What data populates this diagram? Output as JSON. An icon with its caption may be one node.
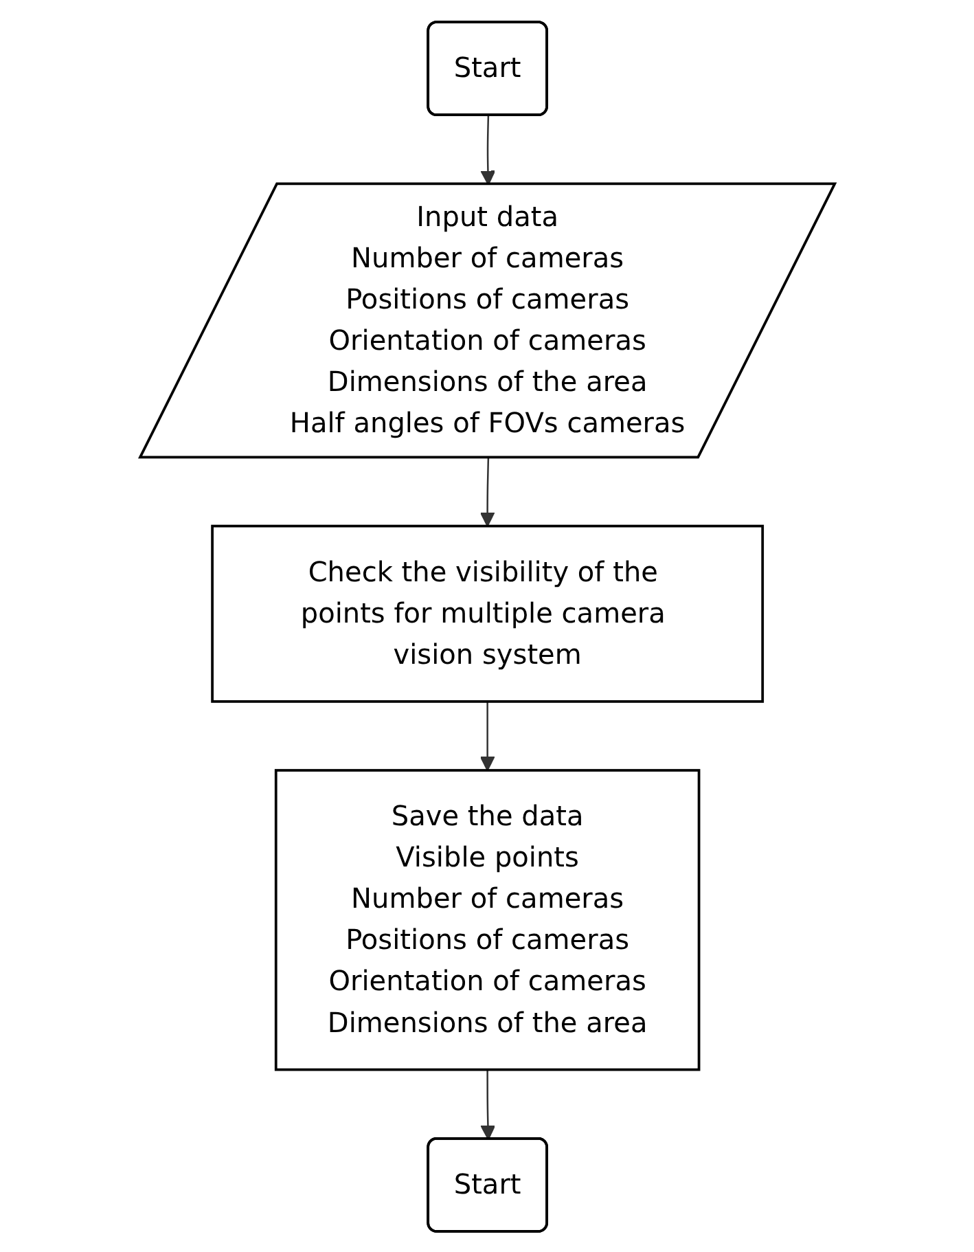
{
  "diagram": {
    "nodes": [
      {
        "text": [
          "Start"
        ]
      },
      {
        "text": [
          "Input data",
          "Number of cameras",
          "Positions of cameras",
          "Orientation of cameras",
          "Dimensions of the area",
          "Half angles of FOVs cameras"
        ]
      },
      {
        "text": [
          "Check the visibility of the points for multiple camera vision system"
        ]
      },
      {
        "text": [
          "Save the data",
          "Visible points",
          "Number of cameras",
          "Positions of cameras",
          "Orientation of cameras",
          "Dimensions of the area"
        ]
      },
      {
        "text": [
          "Start"
        ]
      }
    ],
    "edges": [
      {
        "from": 0,
        "to": 1,
        "arrow": "to"
      },
      {
        "from": 1,
        "to": 2,
        "arrow": "to"
      },
      {
        "from": 2,
        "to": 3,
        "arrow": "to"
      },
      {
        "from": 3,
        "to": 4,
        "arrow": "to"
      }
    ]
  }
}
